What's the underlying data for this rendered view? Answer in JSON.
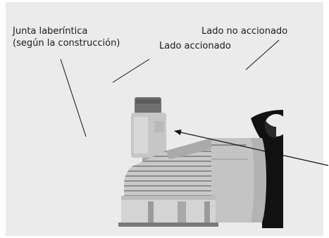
{
  "labels": {
    "labyrinth_seal_line1": "Junta laberíntica",
    "labyrinth_seal_line2": "(según la construcción)",
    "drive_side": "Lado accionado",
    "non_drive_side": "Lado no accionado"
  },
  "colors": {
    "panel_background": "#ebebeb",
    "motor_light": "#d9d9d9",
    "motor_mid": "#b8b8b8",
    "motor_dark": "#6e6e6e",
    "silhouette": "#111111",
    "line": "#111111"
  }
}
